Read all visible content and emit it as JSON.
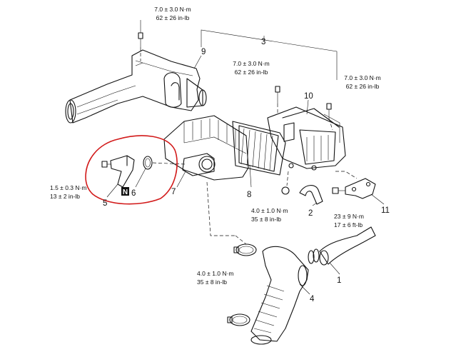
{
  "torques": {
    "t_top": {
      "nm": "7.0 ± 3.0 N·m",
      "in": "62 ± 26 in-lb"
    },
    "t_mid": {
      "nm": "7.0 ± 3.0 N·m",
      "in": "62 ± 26 in-lb"
    },
    "t_right": {
      "nm": "7.0 ± 3.0 N·m",
      "in": "62 ± 26 in-lb"
    },
    "t_left": {
      "nm": "1.5 ± 0.3 N·m",
      "in": "13 ± 2 in-lb"
    },
    "t_bracket": {
      "nm": "23 ± 9 N·m",
      "in": "17 ± 6 ft-lb"
    },
    "t_clamp1": {
      "nm": "4.0 ± 1.0 N·m",
      "in": "35 ± 8 in-lb"
    },
    "t_clamp2": {
      "nm": "4.0 ± 1.0 N·m",
      "in": "35 ± 8 in-lb"
    }
  },
  "parts": {
    "p1": "1",
    "p2": "2",
    "p3": "3",
    "p4": "4",
    "p5": "5",
    "p6": "6",
    "p7": "7",
    "p8": "8",
    "p9": "9",
    "p10": "10",
    "p11": "11"
  },
  "badge": "N",
  "colors": {
    "line": "#111111",
    "highlight": "#d21a1a",
    "background": "#ffffff"
  }
}
